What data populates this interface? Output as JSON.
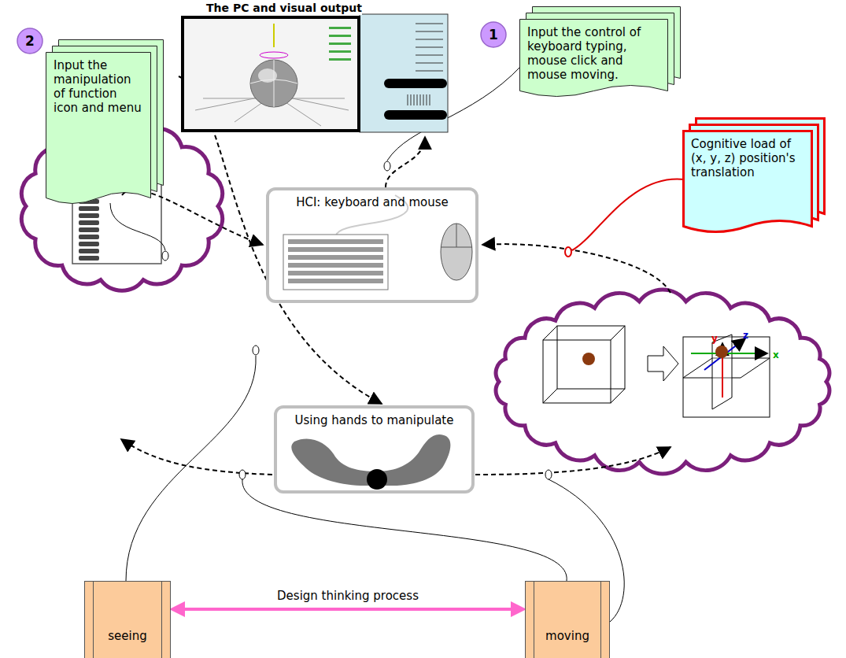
{
  "diagram": {
    "nodes": [
      {
        "text": [
          "The PC and visual output"
        ]
      },
      {
        "text": [
          "Input the control of keyboard typing, mouse click and mouse moving."
        ]
      },
      {
        "text": [
          "Input the manipulation of function icon and menu"
        ]
      },
      {
        "text": [
          "Cognitive load of (x, y, z) position's translation"
        ]
      },
      {
        "text": [
          "HCI: keyboard and mouse"
        ]
      },
      {
        "text": [
          "Using hands to manipulate"
        ]
      },
      {
        "text": [
          "seeing"
        ]
      },
      {
        "text": [
          "moving"
        ]
      }
    ],
    "edges": [
      {
        "from": 4,
        "to": 0,
        "arrow": "to"
      },
      {
        "from": 0,
        "to": 5,
        "arrow": "to"
      },
      {
        "from": 6,
        "to": 7,
        "label": "Design thinking process",
        "arrow": "both"
      }
    ],
    "labels": [
      "1",
      "2",
      "y",
      "z",
      "x"
    ]
  }
}
